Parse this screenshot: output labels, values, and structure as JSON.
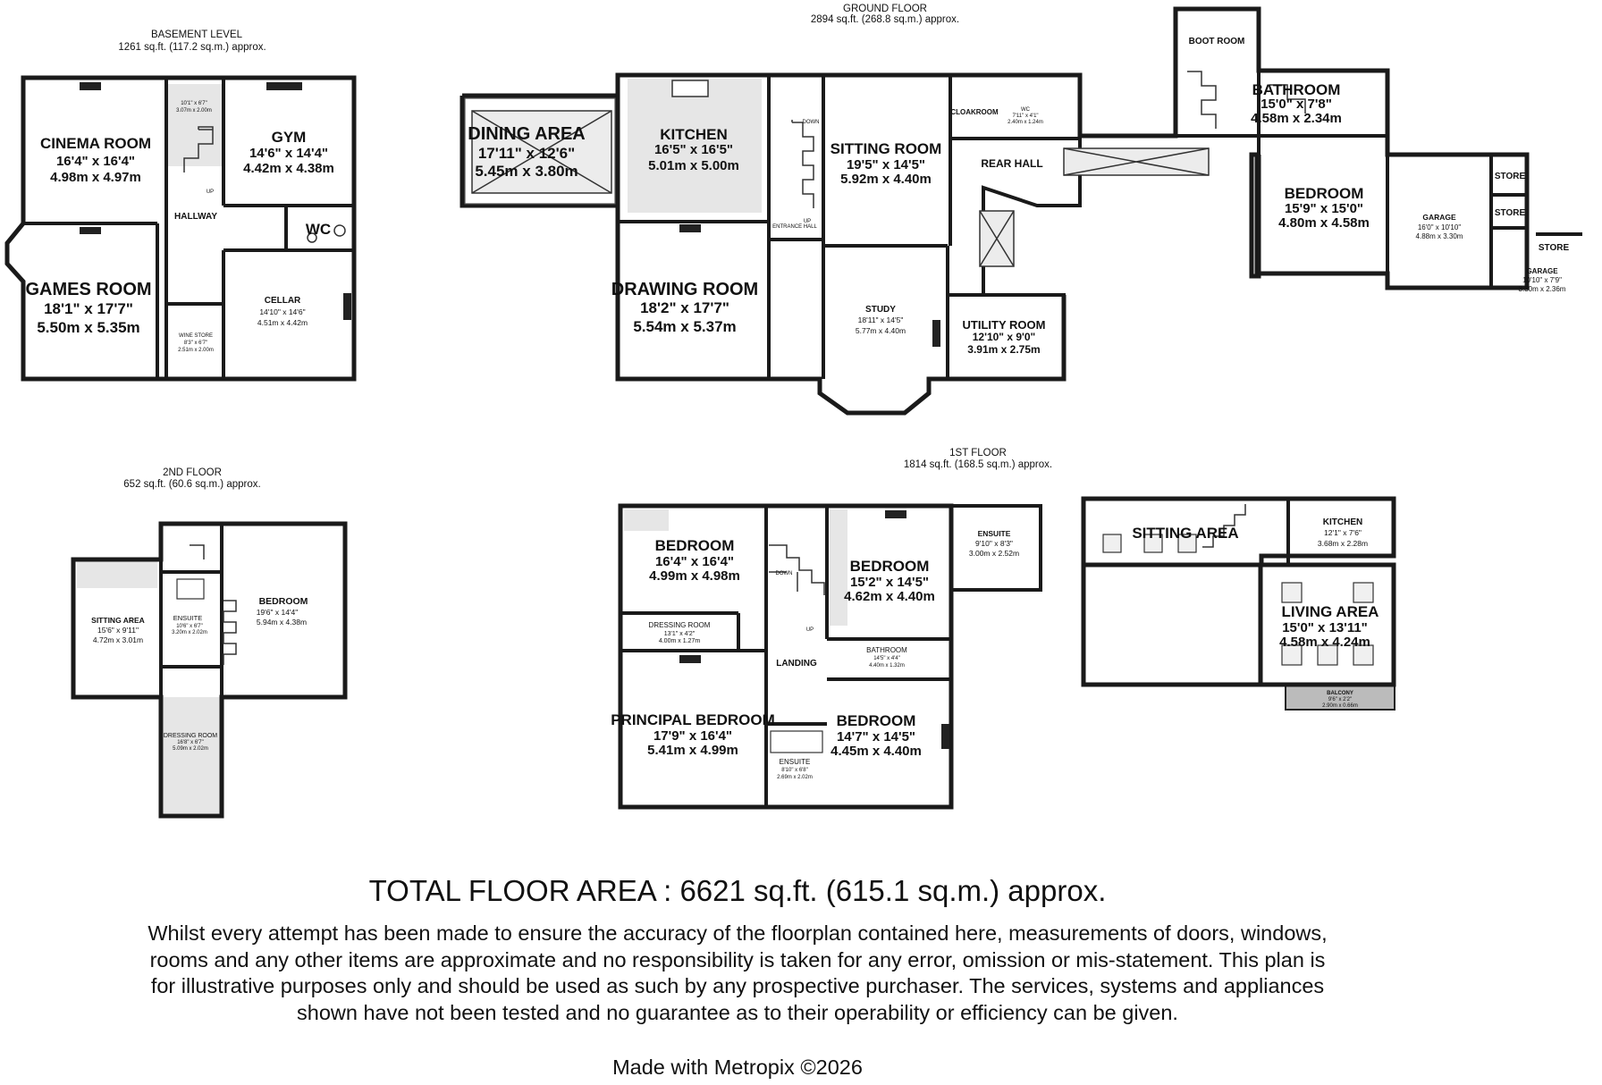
{
  "floors": {
    "basement": {
      "title": "BASEMENT LEVEL",
      "area": "1261 sq.ft. (117.2 sq.m.) approx."
    },
    "ground": {
      "title": "GROUND FLOOR",
      "area": "2894 sq.ft. (268.8 sq.m.) approx."
    },
    "second": {
      "title": "2ND FLOOR",
      "area": "652 sq.ft. (60.6 sq.m.) approx."
    },
    "first": {
      "title": "1ST FLOOR",
      "area": "1814 sq.ft. (168.5 sq.m.) approx."
    }
  },
  "rooms": {
    "cinema": {
      "name": "CINEMA ROOM",
      "imp": "16'4\" x 16'4\"",
      "met": "4.98m x 4.97m"
    },
    "gym": {
      "name": "GYM",
      "imp": "14'6\" x 14'4\"",
      "met": "4.42m x 4.38m"
    },
    "bstore": {
      "imp": "10'1\" x 6'7\"",
      "met": "3.07m x 2.00m"
    },
    "hallway": {
      "name": "HALLWAY",
      "up": "UP"
    },
    "wc": {
      "name": "WC"
    },
    "games": {
      "name": "GAMES ROOM",
      "imp": "18'1\" x 17'7\"",
      "met": "5.50m x 5.35m"
    },
    "cellar": {
      "name": "CELLAR",
      "imp": "14'10\" x 14'6\"",
      "met": "4.51m x 4.42m"
    },
    "wine": {
      "name": "WINE STORE",
      "imp": "8'3\" x 6'7\"",
      "met": "2.51m x 2.00m"
    },
    "dining": {
      "name": "DINING AREA",
      "imp": "17'11\" x 12'6\"",
      "met": "5.45m x 3.80m"
    },
    "kitchen": {
      "name": "KITCHEN",
      "imp": "16'5\" x 16'5\"",
      "met": "5.01m x 5.00m"
    },
    "sitting": {
      "name": "SITTING ROOM",
      "imp": "19'5\" x 14'5\"",
      "met": "5.92m x 4.40m"
    },
    "cloak": {
      "name": "CLOAKROOM"
    },
    "gwc": {
      "name": "WC",
      "imp": "7'11\" x 4'1\"",
      "met": "2.40m x 1.24m"
    },
    "rearhall": {
      "name": "REAR HALL"
    },
    "boot": {
      "name": "BOOT ROOM"
    },
    "gbath": {
      "name": "BATHROOM",
      "imp": "15'0\" x 7'8\"",
      "met": "4.58m x 2.34m"
    },
    "gbed": {
      "name": "BEDROOM",
      "imp": "15'9\" x 15'0\"",
      "met": "4.80m x 4.58m"
    },
    "garage1": {
      "name": "GARAGE",
      "imp": "16'0\" x 10'10\"",
      "met": "4.88m x 3.30m"
    },
    "garage2": {
      "name": "GARAGE",
      "imp": "10'10\" x 7'9\"",
      "met": "3.30m x 2.36m"
    },
    "store": {
      "name": "STORE"
    },
    "drawing": {
      "name": "DRAWING ROOM",
      "imp": "18'2\" x 17'7\"",
      "met": "5.54m x 5.37m"
    },
    "entrance": {
      "name": "ENTRANCE HALL",
      "up": "UP",
      "down": "DOWN"
    },
    "study": {
      "name": "STUDY",
      "imp": "18'11\" x 14'5\"",
      "met": "5.77m x 4.40m"
    },
    "utility": {
      "name": "UTILITY ROOM",
      "imp": "12'10\" x 9'0\"",
      "met": "3.91m x 2.75m"
    },
    "s_sitting": {
      "name": "SITTING AREA",
      "imp": "15'6\" x 9'11\"",
      "met": "4.72m x 3.01m"
    },
    "s_ensuite": {
      "name": "ENSUITE",
      "imp": "10'6\" x 6'7\"",
      "met": "3.20m x 2.02m"
    },
    "s_bed": {
      "name": "BEDROOM",
      "imp": "19'6\" x 14'4\"",
      "met": "5.94m x 4.38m"
    },
    "s_dress": {
      "name": "DRESSING ROOM",
      "imp": "16'8\" x 6'7\"",
      "met": "5.09m x 2.02m"
    },
    "f_bed1": {
      "name": "BEDROOM",
      "imp": "16'4\" x 16'4\"",
      "met": "4.99m x 4.98m"
    },
    "f_bed2": {
      "name": "BEDROOM",
      "imp": "15'2\" x 14'5\"",
      "met": "4.62m x 4.40m"
    },
    "f_ensuite1": {
      "name": "ENSUITE",
      "imp": "9'10\" x 8'3\"",
      "met": "3.00m x 2.52m"
    },
    "f_dress": {
      "name": "DRESSING ROOM",
      "imp": "13'1\" x 4'2\"",
      "met": "4.00m x 1.27m"
    },
    "f_bath": {
      "name": "BATHROOM",
      "imp": "14'5\" x 4'4\"",
      "met": "4.40m x 1.32m"
    },
    "landing": {
      "name": "LANDING"
    },
    "f_principal": {
      "name": "PRINCIPAL BEDROOM",
      "imp": "17'9\" x 16'4\"",
      "met": "5.41m x 4.99m"
    },
    "f_ensuite2": {
      "name": "ENSUITE",
      "imp": "8'10\" x 6'8\"",
      "met": "2.69m x 2.02m"
    },
    "f_bed3": {
      "name": "BEDROOM",
      "imp": "14'7\" x 14'5\"",
      "met": "4.45m x 4.40m"
    },
    "a_sitting": {
      "name": "SITTING AREA"
    },
    "a_kitchen": {
      "name": "KITCHEN",
      "imp": "12'1\" x 7'6\"",
      "met": "3.68m x 2.28m"
    },
    "a_living": {
      "name": "LIVING AREA",
      "imp": "15'0\" x 13'11\"",
      "met": "4.58m x 4.24m"
    },
    "a_balcony": {
      "name": "BALCONY",
      "imp": "9'6\" x 2'2\"",
      "met": "2.90m x 0.66m"
    }
  },
  "labels": {
    "up": "UP",
    "down": "DOWN"
  },
  "footer": {
    "total": "TOTAL FLOOR AREA : 6621 sq.ft. (615.1 sq.m.) approx.",
    "disclaimer": "Whilst every attempt has been made to ensure the accuracy of the floorplan contained here, measurements of doors, windows, rooms and any other items are approximate and no responsibility is taken for any error, omission or mis-statement. This plan is for illustrative purposes only and should be used as such by any prospective purchaser. The services, systems and appliances shown have not been tested and no guarantee as to their operability or efficiency can be given.",
    "credit": "Made with Metropix ©2026"
  }
}
